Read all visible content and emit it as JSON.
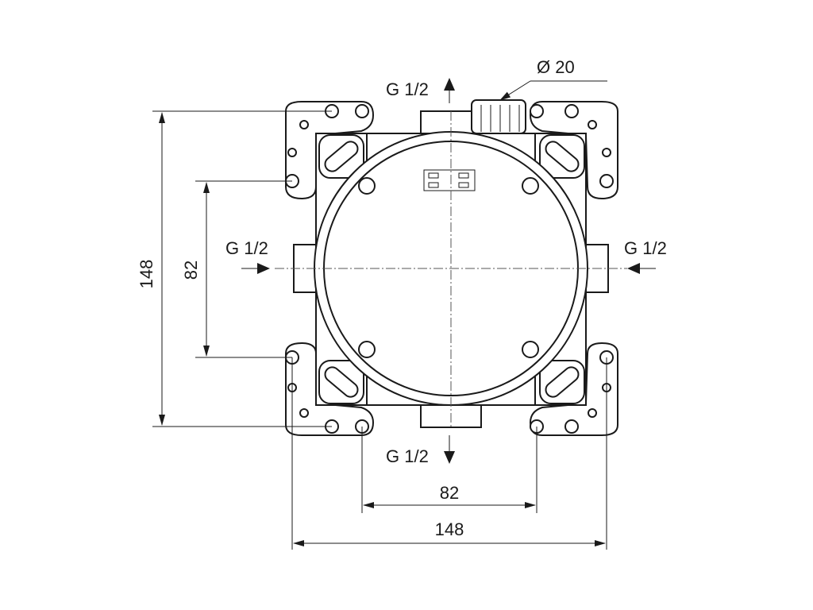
{
  "labels": {
    "port_top": "G 1/2",
    "port_bottom": "G 1/2",
    "port_left": "G 1/2",
    "port_right": "G 1/2",
    "diameter": "Ø 20"
  },
  "dimensions": {
    "vertical_outer": "148",
    "vertical_inner": "82",
    "horizontal_inner": "82",
    "horizontal_outer": "148"
  },
  "colors": {
    "line": "#1a1a1a",
    "background": "#ffffff"
  }
}
